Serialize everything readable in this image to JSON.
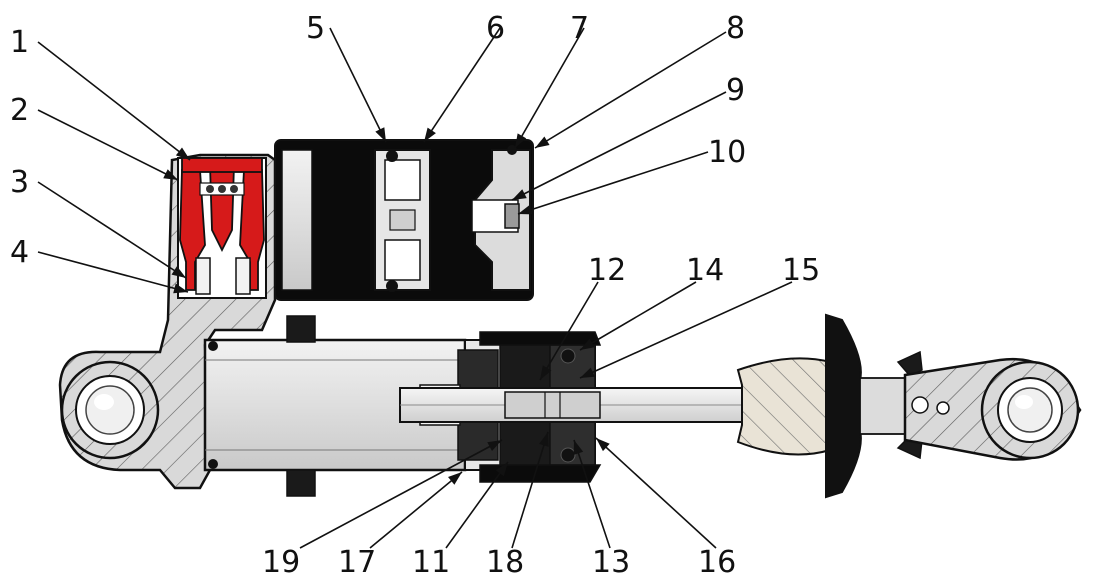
{
  "figure": {
    "callouts": [
      {
        "label": "1"
      },
      {
        "label": "2"
      },
      {
        "label": "3"
      },
      {
        "label": "4"
      },
      {
        "label": "5"
      },
      {
        "label": "6"
      },
      {
        "label": "7"
      },
      {
        "label": "8"
      },
      {
        "label": "9"
      },
      {
        "label": "10"
      },
      {
        "label": "12"
      },
      {
        "label": "14"
      },
      {
        "label": "15"
      },
      {
        "label": "19"
      },
      {
        "label": "17"
      },
      {
        "label": "11"
      },
      {
        "label": "18"
      },
      {
        "label": "13"
      },
      {
        "label": "16"
      }
    ]
  },
  "colors": {
    "outline": "#111111",
    "housing": "#d9d9d9",
    "body_light": "#e6e6e6",
    "reservoir_dark": "#0b0b0b",
    "valve_red": "#d61a1a",
    "bushing_tan": "#e9e3d6",
    "seal_dark": "#2a2a2a"
  }
}
